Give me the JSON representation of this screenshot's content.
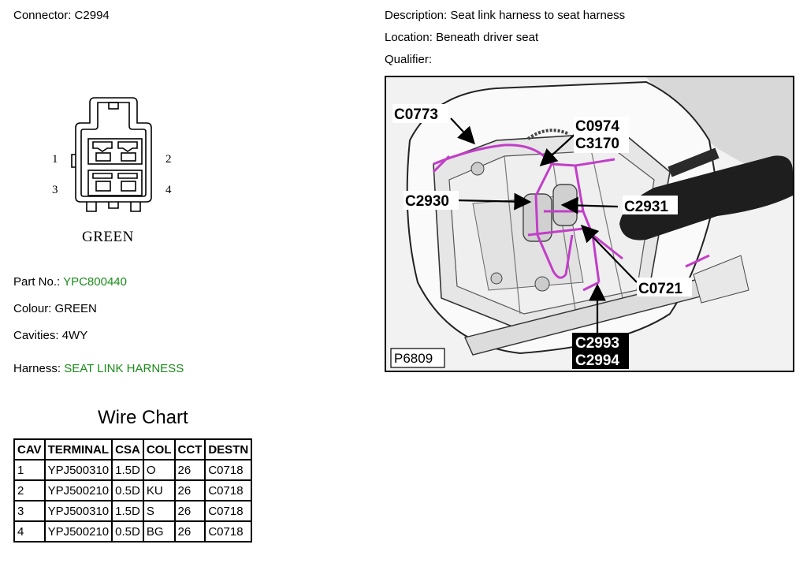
{
  "header": {
    "connector_label": "Connector:",
    "connector_value": "C2994",
    "description_label": "Description:",
    "description_value": "Seat link harness to seat harness",
    "location_label": "Location:",
    "location_value": "Beneath driver seat",
    "qualifier_label": "Qualifier:"
  },
  "connector_face": {
    "pin_labels": [
      "1",
      "2",
      "3",
      "4"
    ],
    "colour_caption": "GREEN"
  },
  "details": {
    "part_no_label": "Part No.:",
    "part_no_value": "YPC800440",
    "colour_label": "Colour:",
    "colour_value": "GREEN",
    "cavities_label": "Cavities:",
    "cavities_value": "4WY",
    "harness_label": "Harness:",
    "harness_value": "SEAT LINK HARNESS",
    "link_color": "#1a8c1a"
  },
  "wire_chart": {
    "title": "Wire Chart",
    "columns": [
      "CAV",
      "TERMINAL",
      "CSA",
      "COL",
      "CCT",
      "DESTN"
    ],
    "rows": [
      [
        "1",
        "YPJ500310",
        "1.5D",
        "O",
        "26",
        "C0718"
      ],
      [
        "2",
        "YPJ500210",
        "0.5D",
        "KU",
        "26",
        "C0718"
      ],
      [
        "3",
        "YPJ500310",
        "1.5D",
        "S",
        "26",
        "C0718"
      ],
      [
        "4",
        "YPJ500210",
        "0.5D",
        "BG",
        "26",
        "C0718"
      ]
    ]
  },
  "location_photo": {
    "callouts": [
      "C0773",
      "C0974",
      "C3170",
      "C2930",
      "C2931",
      "C0721",
      "C2993",
      "C2994"
    ],
    "figure_id": "P6809",
    "harness_color": "#c23ec8"
  }
}
